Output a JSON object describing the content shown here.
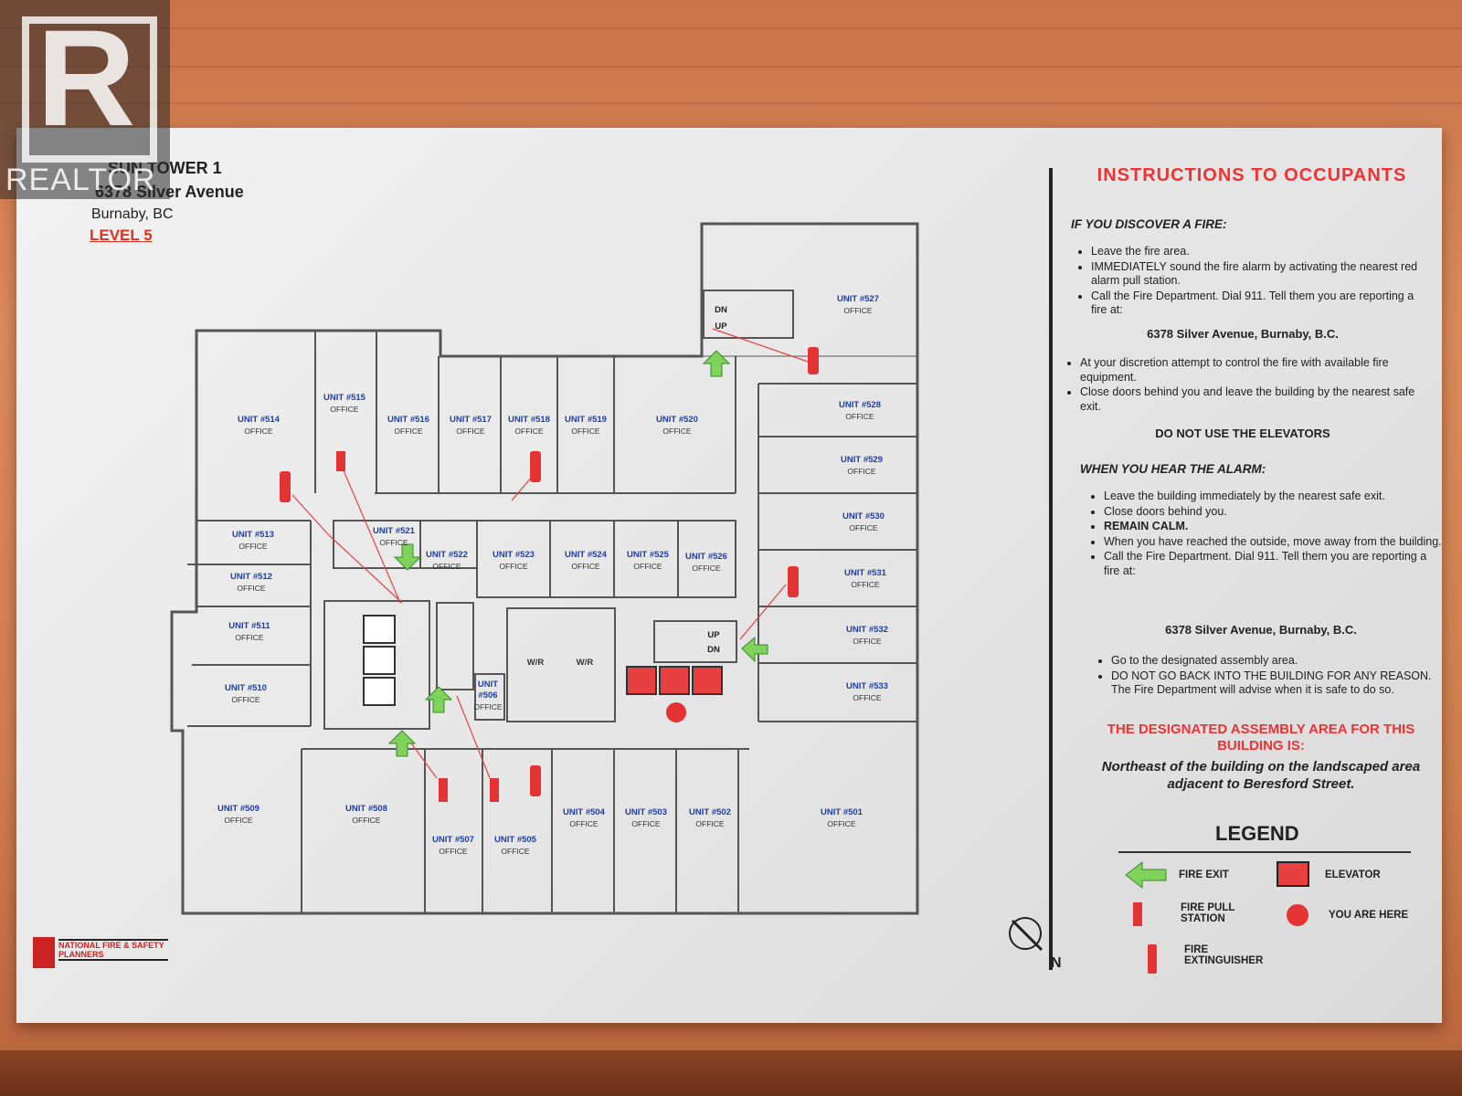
{
  "watermark": {
    "brand": "REALTOR"
  },
  "header": {
    "building": "SUN TOWER 1",
    "address": "6378 Silver Avenue",
    "city": "Burnaby, BC",
    "level": "LEVEL 5"
  },
  "units": [
    {
      "id": "514",
      "label": "UNIT #514",
      "type": "OFFICE"
    },
    {
      "id": "515",
      "label": "UNIT #515",
      "type": "OFFICE"
    },
    {
      "id": "516",
      "label": "UNIT #516",
      "type": "OFFICE"
    },
    {
      "id": "517",
      "label": "UNIT #517",
      "type": "OFFICE"
    },
    {
      "id": "518",
      "label": "UNIT #518",
      "type": "OFFICE"
    },
    {
      "id": "519",
      "label": "UNIT #519",
      "type": "OFFICE"
    },
    {
      "id": "520",
      "label": "UNIT #520",
      "type": "OFFICE"
    },
    {
      "id": "527",
      "label": "UNIT #527",
      "type": "OFFICE"
    },
    {
      "id": "528",
      "label": "UNIT #528",
      "type": "OFFICE"
    },
    {
      "id": "529",
      "label": "UNIT #529",
      "type": "OFFICE"
    },
    {
      "id": "530",
      "label": "UNIT #530",
      "type": "OFFICE"
    },
    {
      "id": "531",
      "label": "UNIT #531",
      "type": "OFFICE"
    },
    {
      "id": "532",
      "label": "UNIT #532",
      "type": "OFFICE"
    },
    {
      "id": "533",
      "label": "UNIT #533",
      "type": "OFFICE"
    },
    {
      "id": "513",
      "label": "UNIT #513",
      "type": "OFFICE"
    },
    {
      "id": "512",
      "label": "UNIT #512",
      "type": "OFFICE"
    },
    {
      "id": "511",
      "label": "UNIT #511",
      "type": "OFFICE"
    },
    {
      "id": "510",
      "label": "UNIT #510",
      "type": "OFFICE"
    },
    {
      "id": "509",
      "label": "UNIT #509",
      "type": "OFFICE"
    },
    {
      "id": "508",
      "label": "UNIT #508",
      "type": "OFFICE"
    },
    {
      "id": "507",
      "label": "UNIT #507",
      "type": "OFFICE"
    },
    {
      "id": "505",
      "label": "UNIT #505",
      "type": "OFFICE"
    },
    {
      "id": "504",
      "label": "UNIT #504",
      "type": "OFFICE"
    },
    {
      "id": "503",
      "label": "UNIT #503",
      "type": "OFFICE"
    },
    {
      "id": "502",
      "label": "UNIT #502",
      "type": "OFFICE"
    },
    {
      "id": "501",
      "label": "UNIT #501",
      "type": "OFFICE"
    },
    {
      "id": "521",
      "label": "UNIT #521",
      "type": "OFFICE"
    },
    {
      "id": "522",
      "label": "UNIT #522",
      "type": "OFFICE"
    },
    {
      "id": "523",
      "label": "UNIT #523",
      "type": "OFFICE"
    },
    {
      "id": "524",
      "label": "UNIT #524",
      "type": "OFFICE"
    },
    {
      "id": "525",
      "label": "UNIT #525",
      "type": "OFFICE"
    },
    {
      "id": "526",
      "label": "UNIT #526",
      "type": "OFFICE"
    },
    {
      "id": "506",
      "label": "UNIT #506",
      "type": "OFFICE"
    }
  ],
  "washrooms": [
    "W/R",
    "W/R"
  ],
  "stairs": {
    "up": "UP",
    "down": "DN"
  },
  "instructions": {
    "title": "INSTRUCTIONS TO OCCUPANTS",
    "fire_heading": "IF YOU DISCOVER A FIRE:",
    "fire_items": [
      "Leave the fire area.",
      "IMMEDIATELY sound the fire alarm by activating the nearest red alarm pull station.",
      "Call the Fire Department. Dial 911. Tell them you are reporting a fire at:"
    ],
    "address_line": "6378 Silver Avenue, Burnaby, B.C.",
    "fire_items_2": [
      "At your discretion attempt to control the fire with available fire equipment.",
      "Close doors behind you and leave the building by the nearest safe exit."
    ],
    "no_elevators": "DO NOT USE THE ELEVATORS",
    "alarm_heading": "WHEN YOU HEAR THE ALARM:",
    "alarm_items": [
      "Leave the building immediately by the nearest safe exit.",
      "Close doors behind you.",
      "REMAIN CALM.",
      "When you have reached the outside, move away from the building.",
      "Call the Fire Department. Dial 911. Tell them you are reporting a fire at:"
    ],
    "alarm_items_2": [
      "Go to the designated assembly area.",
      "DO NOT GO BACK INTO THE BUILDING FOR ANY REASON. The Fire Department will advise when it is safe to do so."
    ],
    "assembly_heading": "THE DESIGNATED ASSEMBLY AREA FOR THIS BUILDING IS:",
    "assembly_text": "Northeast of the building on the landscaped area adjacent to Beresford Street."
  },
  "legend": {
    "title": "LEGEND",
    "fire_exit": "FIRE EXIT",
    "elevator": "ELEVATOR",
    "pull_station": "FIRE PULL STATION",
    "you_are_here": "YOU ARE HERE",
    "extinguisher": "FIRE EXTINGUISHER"
  },
  "compass": {
    "north": "N"
  },
  "maker": {
    "name": "NATIONAL FIRE & SAFETY PLANNERS"
  },
  "colors": {
    "red": "#e33333",
    "green": "#7fd35a",
    "blue": "#1d3fa8",
    "wall": "#555555"
  }
}
